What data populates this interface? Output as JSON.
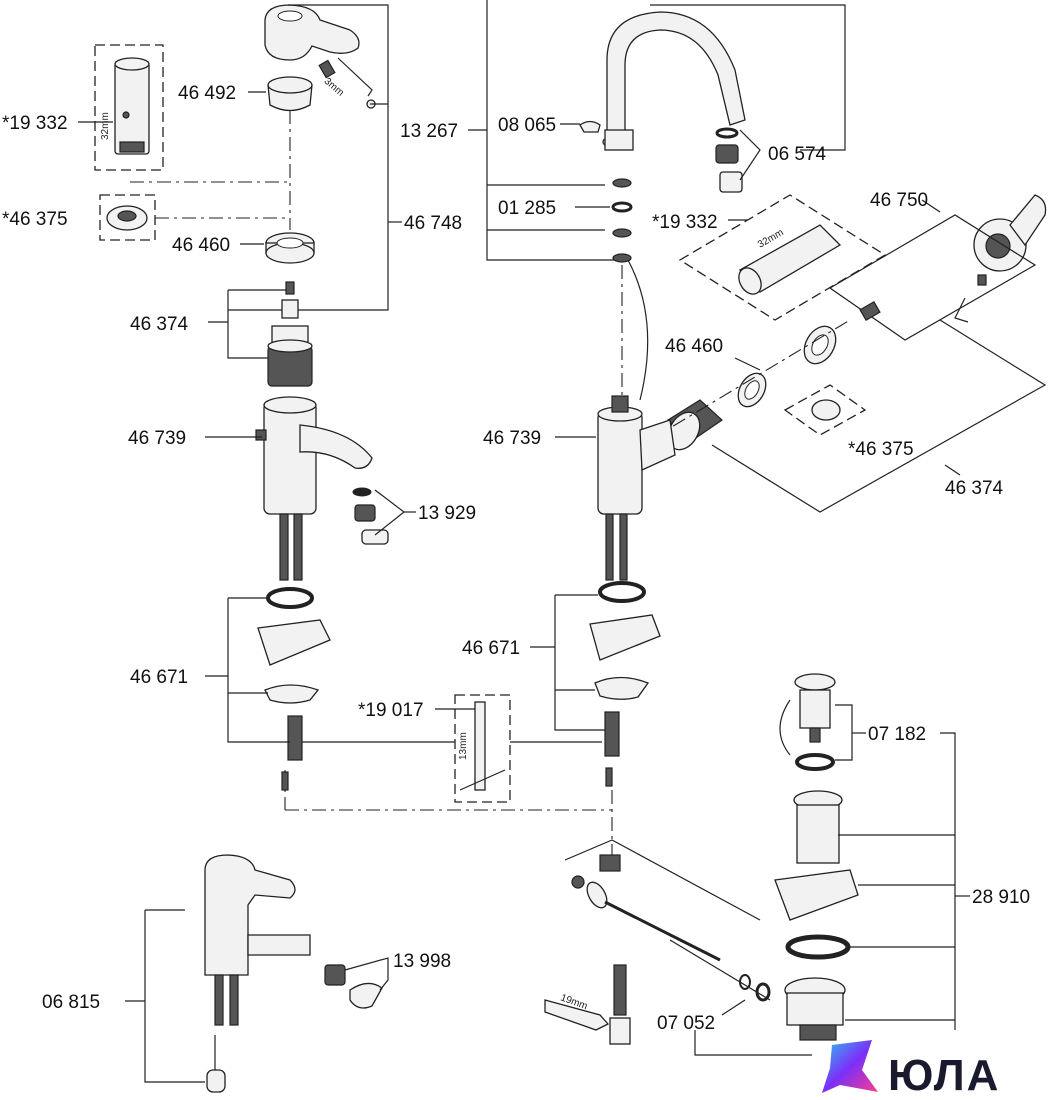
{
  "labels": {
    "l46492": "46 492",
    "l19332_left": "*19 332",
    "l46375_left": "*46 375",
    "l46460_left": "46 460",
    "l46748": "46 748",
    "l46374_left": "46 374",
    "l46739_left": "46 739",
    "l13929": "13 929",
    "l46671_left": "46 671",
    "l19017": "*19 017",
    "l06815": "06 815",
    "l13998": "13 998",
    "l13267": "13 267",
    "l08065": "08 065",
    "l06574": "06 574",
    "l01285": "01 285",
    "l19332_right": "*19 332",
    "l46750": "46 750",
    "l46460_right": "46 460",
    "l46739_right": "46 739",
    "l46375_right": "*46 375",
    "l46374_right": "46 374",
    "l46671_right": "46 671",
    "l07182": "07 182",
    "l28910": "28 910",
    "l07052": "07 052"
  },
  "dimensions": {
    "d32_left": "32mm",
    "d3mm": "3mm",
    "d32_right": "32mm",
    "d13mm": "13mm",
    "d19mm": "19mm"
  },
  "brand": {
    "name": "ЮЛА",
    "colors": [
      "#7b2ff7",
      "#2ec5f0",
      "#ff3d8b"
    ]
  }
}
